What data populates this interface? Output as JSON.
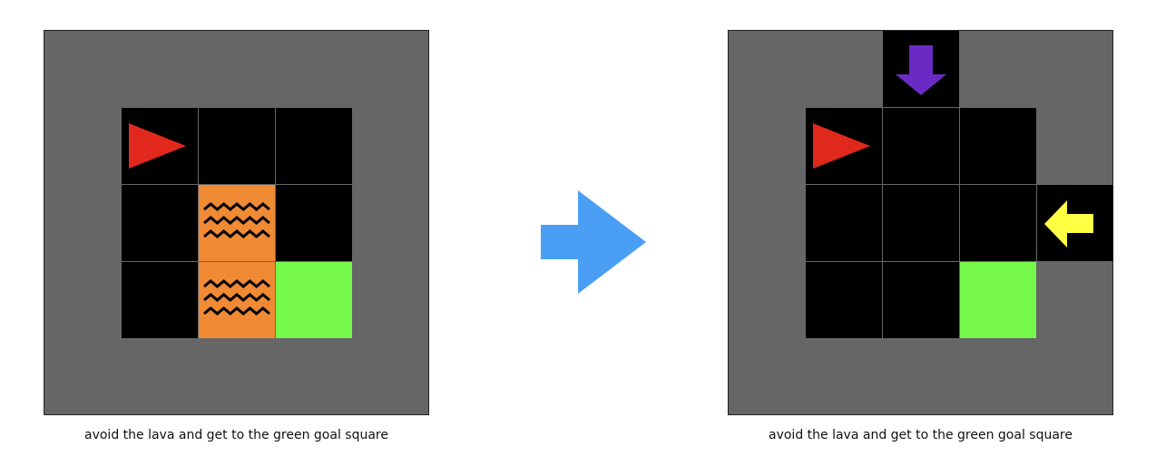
{
  "colors": {
    "background": "#666666",
    "floor": "#000000",
    "lava": "#f08a35",
    "goal": "#76f94a",
    "agent": "#e1281d",
    "arrow": "#4a9ff5",
    "purple_agent": "#6a2bc4",
    "yellow_agent": "#ffff44"
  },
  "left_panel": {
    "caption": "avoid the lava and get to the green goal square",
    "tiles": [
      {
        "col": 1,
        "row": 1,
        "type": "floor",
        "content": "red-agent-right"
      },
      {
        "col": 2,
        "row": 1,
        "type": "floor"
      },
      {
        "col": 3,
        "row": 1,
        "type": "floor"
      },
      {
        "col": 1,
        "row": 2,
        "type": "floor"
      },
      {
        "col": 2,
        "row": 2,
        "type": "lava"
      },
      {
        "col": 3,
        "row": 2,
        "type": "floor"
      },
      {
        "col": 1,
        "row": 3,
        "type": "floor"
      },
      {
        "col": 2,
        "row": 3,
        "type": "lava"
      },
      {
        "col": 3,
        "row": 3,
        "type": "goal"
      }
    ]
  },
  "right_panel": {
    "caption": "avoid the lava and get to the green goal square",
    "tiles": [
      {
        "col": 2,
        "row": 0,
        "type": "floor",
        "content": "purple-agent-down"
      },
      {
        "col": 1,
        "row": 1,
        "type": "floor",
        "content": "red-agent-right"
      },
      {
        "col": 2,
        "row": 1,
        "type": "floor"
      },
      {
        "col": 3,
        "row": 1,
        "type": "floor"
      },
      {
        "col": 1,
        "row": 2,
        "type": "floor"
      },
      {
        "col": 2,
        "row": 2,
        "type": "floor"
      },
      {
        "col": 3,
        "row": 2,
        "type": "floor"
      },
      {
        "col": 4,
        "row": 2,
        "type": "floor",
        "content": "yellow-agent-left"
      },
      {
        "col": 1,
        "row": 3,
        "type": "floor"
      },
      {
        "col": 2,
        "row": 3,
        "type": "floor"
      },
      {
        "col": 3,
        "row": 3,
        "type": "goal"
      }
    ]
  }
}
